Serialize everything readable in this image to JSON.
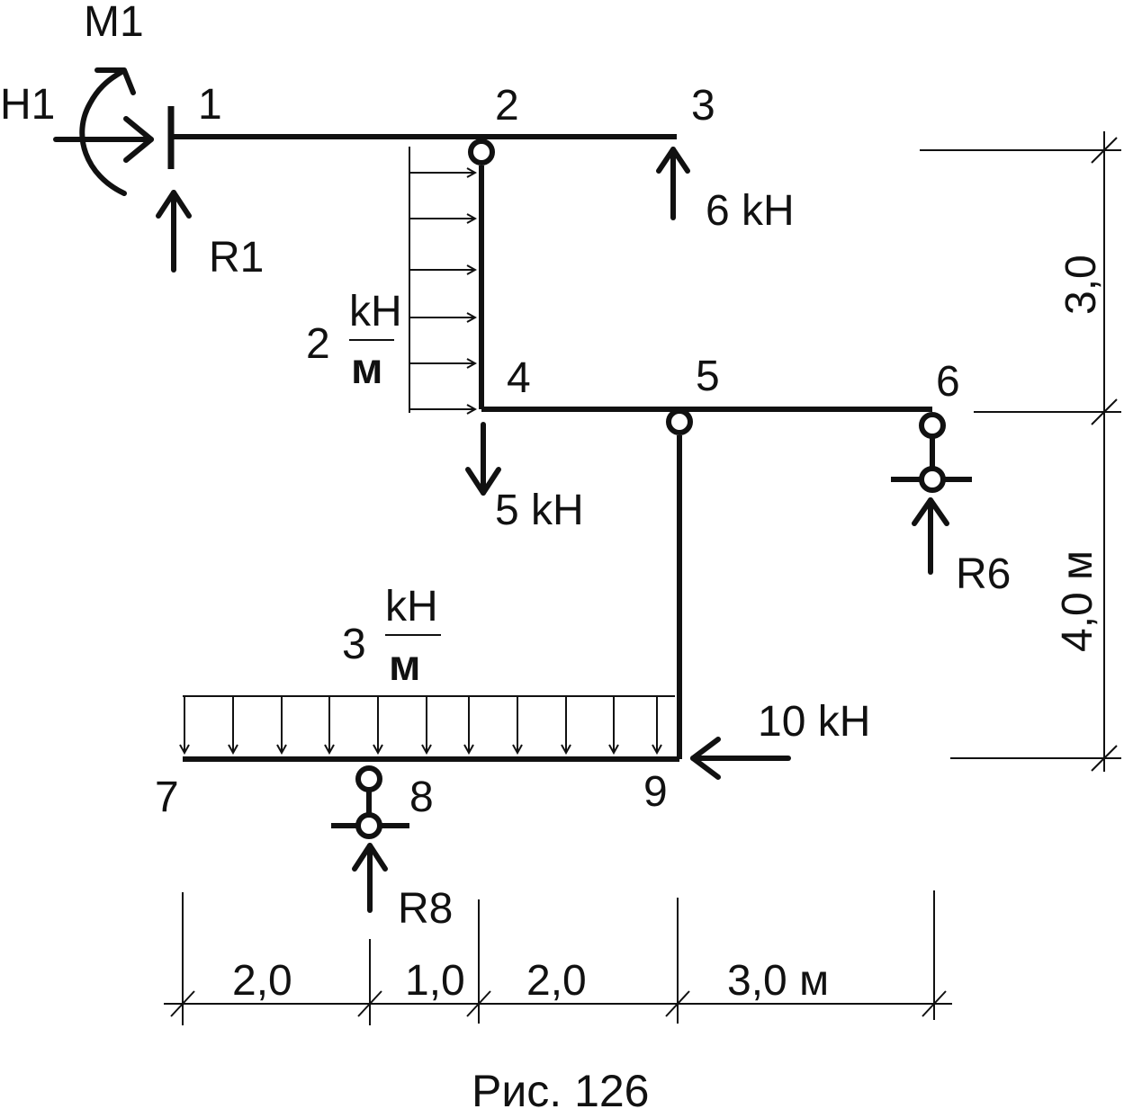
{
  "figure": {
    "caption": "Рис. 126"
  },
  "nodes": {
    "n1": "1",
    "n2": "2",
    "n3": "3",
    "n4": "4",
    "n5": "5",
    "n6": "6",
    "n7": "7",
    "n8": "8",
    "n9": "9"
  },
  "reactions": {
    "m1": "M1",
    "h1": "H1",
    "r1": "R1",
    "r6": "R6",
    "r8": "R8"
  },
  "loads": {
    "p3": "6 kH",
    "p4": "5 kH",
    "p9": "10 kH",
    "q_vertical_value": "2",
    "q_vertical_unit_top": "kH",
    "q_vertical_unit_bottom": "м",
    "q_horizontal_value": "3",
    "q_horizontal_unit_top": "kH",
    "q_horizontal_unit_bottom": "м"
  },
  "dimensions": {
    "horizontal": [
      "2,0",
      "1,0",
      "2,0",
      "3,0 м"
    ],
    "vertical": [
      "3,0",
      "4,0 м"
    ]
  },
  "colors": {
    "ink": "#111111",
    "background": "#ffffff"
  }
}
